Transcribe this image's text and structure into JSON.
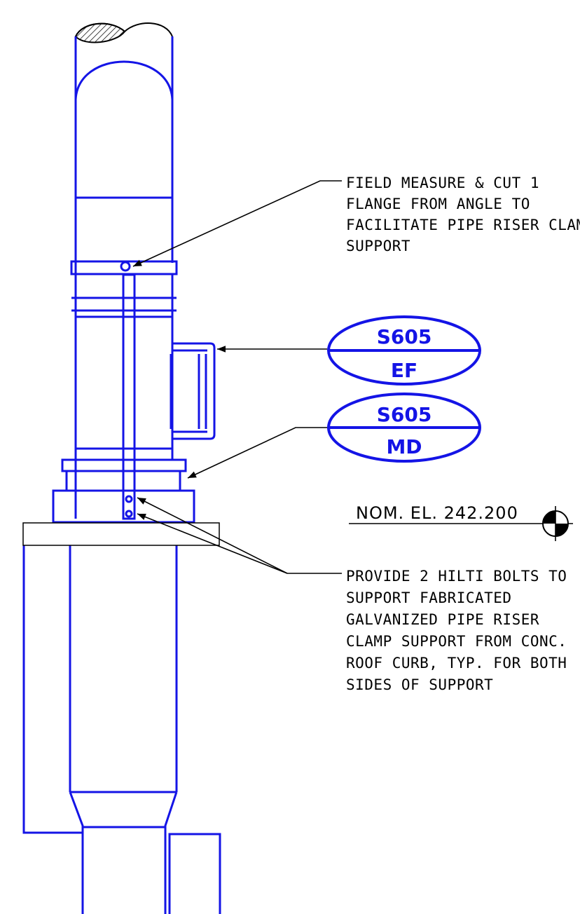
{
  "colors": {
    "pipe": "#1414e6",
    "leader": "#000000",
    "tag": "#1414e6",
    "background": "#ffffff"
  },
  "notes": {
    "field_measure": [
      "FIELD MEASURE & CUT 1",
      "FLANGE FROM ANGLE TO",
      "FACILITATE PIPE RISER CLAMP",
      "SUPPORT"
    ],
    "hilti": [
      "PROVIDE 2 HILTI BOLTS TO",
      "SUPPORT FABRICATED",
      "GALVANIZED PIPE RISER",
      "CLAMP SUPPORT FROM CONC.",
      "ROOF CURB, TYP. FOR BOTH",
      "SIDES OF SUPPORT"
    ]
  },
  "tags": [
    {
      "top": "S605",
      "bottom": "EF"
    },
    {
      "top": "S605",
      "bottom": "MD"
    }
  ],
  "elevation": {
    "label": "NOM. EL. 242.200",
    "symbol": "elevation-marker"
  }
}
